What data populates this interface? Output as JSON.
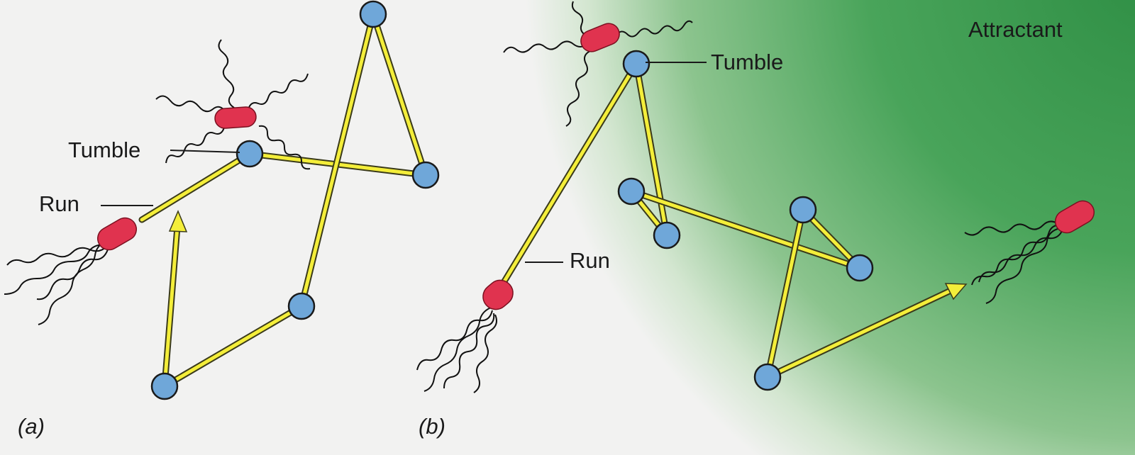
{
  "labels": {
    "attractant": "Attractant",
    "tumble_a": "Tumble",
    "run_a": "Run",
    "tumble_b": "Tumble",
    "run_b": "Run",
    "panel_a": "(a)",
    "panel_b": "(b)"
  },
  "colors": {
    "background": "#f2f2f1",
    "attractant_gradient": "#4aa35a",
    "track": "#f4ee3a",
    "tumble_node": "#6fa7d9",
    "bacterium": "#e0334f"
  },
  "icons": {
    "bacterium": "red-rod-bacterium-with-flagella",
    "tumble_point": "blue-circle",
    "direction": "yellow-arrowhead"
  }
}
